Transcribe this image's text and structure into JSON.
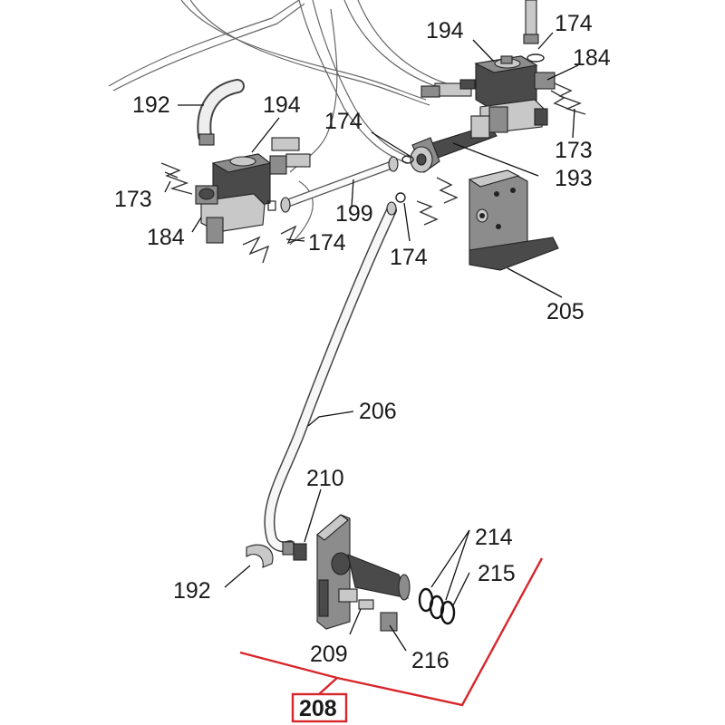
{
  "diagram": {
    "labels": {
      "l174_top_right": "174",
      "l194_top_right": "194",
      "l184_right": "184",
      "l192_top": "192",
      "l194_left": "194",
      "l174_mid": "174",
      "l173_right": "173",
      "l193": "193",
      "l173_left": "173",
      "l199": "199",
      "l184_left": "184",
      "l174_lower_left": "174",
      "l174_lower_right": "174",
      "l205": "205",
      "l206": "206",
      "l210": "210",
      "l214": "214",
      "l215": "215",
      "l192_bottom": "192",
      "l209": "209",
      "l216": "216",
      "l208": "208"
    },
    "colors": {
      "highlight": "#d7262b",
      "line": "#111111",
      "part_dark": "#4a4a4a",
      "part_mid": "#8c8c8c",
      "part_light": "#c8c8c8"
    }
  }
}
